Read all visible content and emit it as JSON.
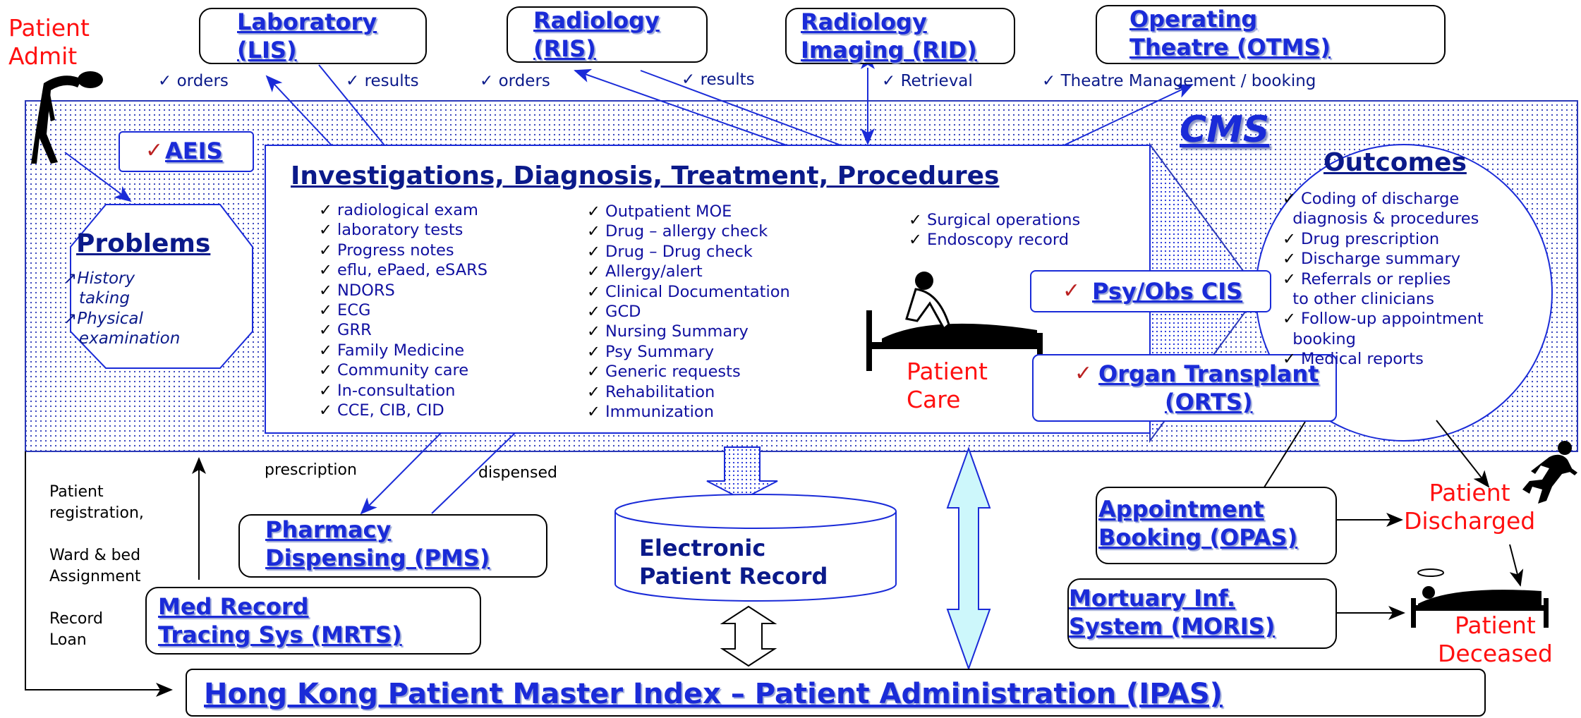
{
  "top_systems": {
    "lis": "Laboratory\n(LIS)",
    "ris": "Radiology\n(RIS)",
    "rid": "Radiology\nImaging (RID)",
    "otms": "Operating\nTheatre (OTMS)"
  },
  "top_links": {
    "lis_orders": "✓ orders",
    "lis_results": "✓ results",
    "ris_orders": "✓ orders",
    "ris_results": "✓ results",
    "rid_retrieval": "✓ Retrieval",
    "otms_booking": "✓ Theatre Management / booking"
  },
  "patient_admit": "Patient\nAdmit",
  "cms_title": "CMS",
  "aeis": {
    "check": "✓",
    "label": "AEIS"
  },
  "problems": {
    "title": "Problems",
    "items": [
      "↗History\n   taking",
      "↗Physical\n   examination"
    ]
  },
  "main": {
    "title": "Investigations, Diagnosis, Treatment, Procedures",
    "col1": [
      "radiological exam",
      "laboratory tests",
      "Progress notes",
      "eflu, ePaed, eSARS",
      "NDORS",
      "ECG",
      "GRR",
      "Family Medicine",
      "Community care",
      "In-consultation",
      "CCE, CIB, CID"
    ],
    "col2": [
      "Outpatient MOE",
      "Drug – allergy check",
      "Drug – Drug check",
      "Allergy/alert",
      "Clinical Documentation",
      "GCD",
      "Nursing Summary",
      "Psy Summary",
      "Generic requests",
      "Rehabilitation",
      "Immunization"
    ],
    "col3": [
      "Surgical operations",
      "Endoscopy record"
    ],
    "patient_care": "Patient\nCare"
  },
  "psy_obs": {
    "check": "✓",
    "label": "Psy/Obs CIS"
  },
  "organ": {
    "check": "✓",
    "label": "Organ Transplant\n(ORTS)"
  },
  "outcomes": {
    "title": "Outcomes",
    "items": [
      "Coding of discharge\n  diagnosis & procedures",
      "Drug prescription",
      "Discharge summary",
      "Referrals or replies\n  to other clinicians",
      "Follow-up appointment\n  booking",
      "Medical reports"
    ]
  },
  "bottom": {
    "registration": "Patient\nregistration,\n\nWard & bed\nAssignment\n\nRecord\nLoan",
    "prescription": "prescription",
    "dispensed": "dispensed",
    "pms": "Pharmacy\nDispensing (PMS)",
    "mrts": "Med Record\nTracing Sys (MRTS)",
    "epr": "Electronic\nPatient Record",
    "opas": "Appointment\nBooking (OPAS)",
    "moris": "Mortuary Inf.\nSystem (MORIS)",
    "discharged": "Patient\nDischarged",
    "deceased": "Patient\nDeceased",
    "ipas": "Hong Kong Patient Master Index – Patient Administration (IPAS)"
  },
  "colors": {
    "link": "#1a2bd8",
    "text": "#0b1a8a",
    "alert": "#ff1010",
    "arrow_fill": "#cdf7fb"
  }
}
